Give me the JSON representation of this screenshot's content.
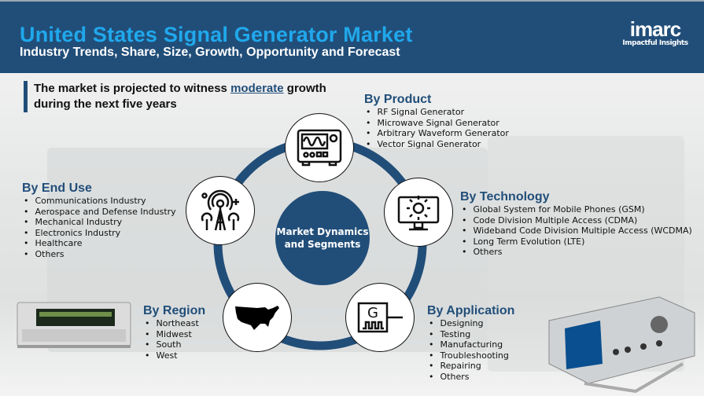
{
  "header": {
    "title": "United States Signal Generator Market",
    "subtitle": "Industry Trends, Share, Size, Growth, Opportunity and Forecast"
  },
  "logo": {
    "word": "imarc",
    "tagline": "Impactful Insights"
  },
  "tagline": {
    "before": "The market is projected to witness ",
    "highlight": "moderate",
    "after": " growth during the next five years"
  },
  "center_label": "Market Dynamics and Segments",
  "segments": {
    "product": {
      "title": "By Product",
      "items": [
        "RF Signal Generator",
        "Microwave Signal Generator",
        "Arbitrary Waveform Generator",
        "Vector Signal Generator"
      ],
      "icon": "signal-generator-icon"
    },
    "technology": {
      "title": "By Technology",
      "items": [
        "Global System for Mobile Phones (GSM)",
        "Code Division Multiple Access (CDMA)",
        "Wideband Code Division Multiple Access (WCDMA)",
        "Long Term Evolution (LTE)",
        "Others"
      ],
      "icon": "monitor-gear-icon"
    },
    "end_use": {
      "title": "By End Use",
      "items": [
        "Communications Industry",
        "Aerospace and Defense Industry",
        "Mechanical Industry",
        "Electronics Industry",
        "Healthcare",
        "Others"
      ],
      "icon": "antenna-tower-icon"
    },
    "region": {
      "title": "By Region",
      "items": [
        "Northeast",
        "Midwest",
        "South",
        "West"
      ],
      "icon": "usa-map-icon"
    },
    "application": {
      "title": "By Application",
      "items": [
        "Designing",
        "Testing",
        "Manufacturing",
        "Troubleshooting",
        "Repairing",
        "Others"
      ],
      "icon": "generator-symbol-icon"
    }
  },
  "colors": {
    "navy": "#214e79",
    "title_blue": "#20a8ec"
  }
}
